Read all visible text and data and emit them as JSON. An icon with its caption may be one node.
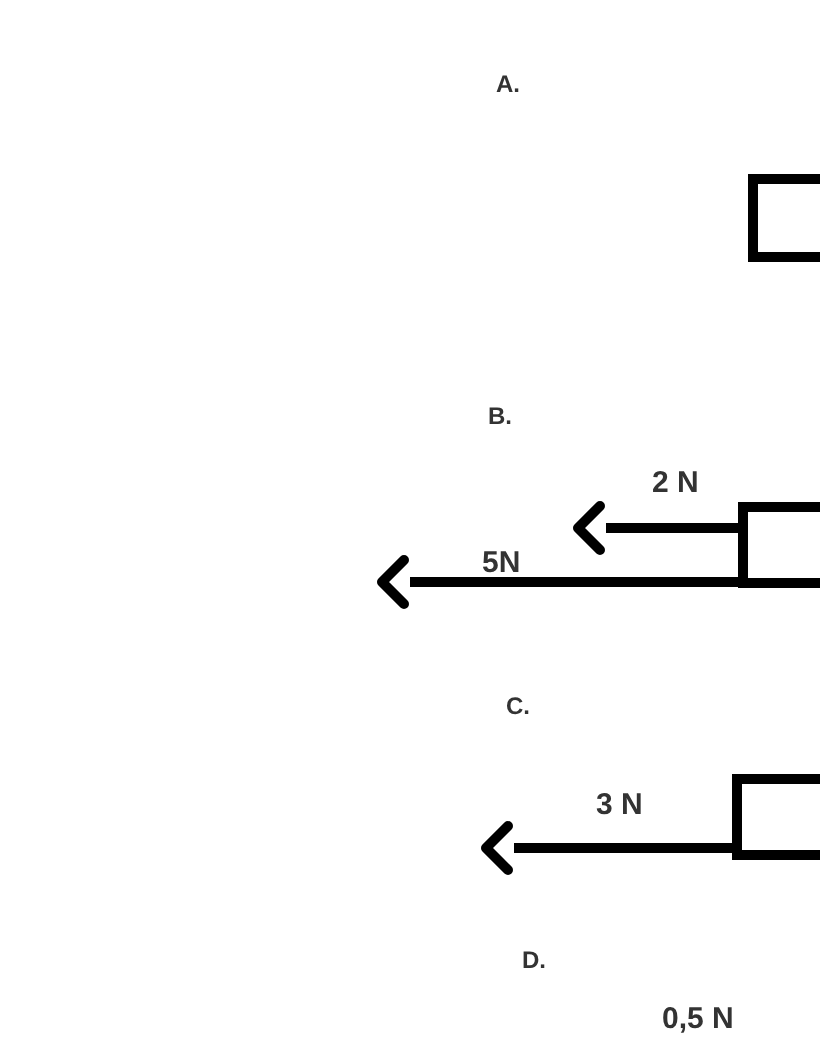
{
  "diagram": {
    "nodes": [
      {
        "text": [],
        "shape": "box"
      },
      {
        "text": [],
        "shape": "box"
      },
      {
        "text": [],
        "shape": "box"
      }
    ],
    "edges": [
      {
        "from": 1,
        "to": null,
        "arrow": "to",
        "label": "2 N"
      },
      {
        "from": 1,
        "to": null,
        "arrow": "to",
        "label": "5N"
      },
      {
        "from": 2,
        "to": null,
        "arrow": "to",
        "label": "3 N"
      }
    ],
    "labels": [
      "A.",
      "B.",
      "C.",
      "D.",
      "0,5 N"
    ]
  }
}
